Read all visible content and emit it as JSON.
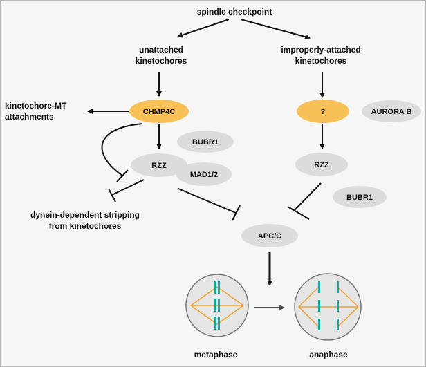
{
  "diagram": {
    "top": "spindle checkpoint",
    "left_branch": [
      "unattached",
      "kinetochores"
    ],
    "right_branch": [
      "improperly-attached",
      "kinetochores"
    ],
    "side_label": [
      "kinetochore-MT",
      "attachments"
    ],
    "stripping": [
      "dynein-dependent stripping",
      "from kinetochores"
    ],
    "nodes": {
      "chmp4c": "CHMP4C",
      "unknown": "?",
      "aurora_b": "AURORA B",
      "bubr1_left": "BUBR1",
      "rzz_left": "RZZ",
      "mad12": "MAD1/2",
      "rzz_right": "RZZ",
      "bubr1_right": "BUBR1",
      "apcc": "APC/C"
    },
    "phases": {
      "metaphase": "metaphase",
      "anaphase": "anaphase"
    }
  },
  "colors": {
    "highlight_node": "#f8c157",
    "gray_node": "#dcdcdc",
    "spindle": "#f0a030",
    "chromosome": "#1aa39a",
    "cell": "#e6e6e6"
  }
}
